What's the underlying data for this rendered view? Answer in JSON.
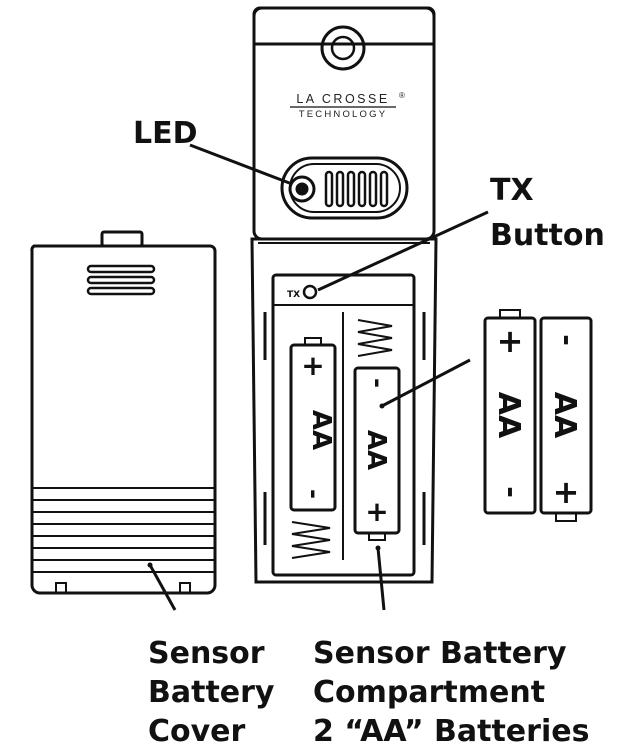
{
  "brand": {
    "name": "LA CROSSE",
    "mark": "®",
    "sub": "TECHNOLOGY"
  },
  "device": {
    "tx_label": "TX"
  },
  "labels": {
    "led": "LED",
    "tx_line1": "TX",
    "tx_line2": "Button",
    "cover_line1": "Sensor",
    "cover_line2": "Battery",
    "cover_line3": "Cover",
    "compartment_line1": "Sensor Battery",
    "compartment_line2": "Compartment",
    "compartment_line3": "2 “AA” Batteries"
  },
  "batteries": {
    "installed_left": {
      "type": "AA",
      "top": "+",
      "bottom": "-"
    },
    "installed_right": {
      "type": "AA",
      "top": "-",
      "bottom": "+"
    },
    "loose_left": {
      "type": "AA",
      "top": "+",
      "bottom": "-"
    },
    "loose_right": {
      "type": "AA",
      "top": "-",
      "bottom": "+"
    }
  }
}
